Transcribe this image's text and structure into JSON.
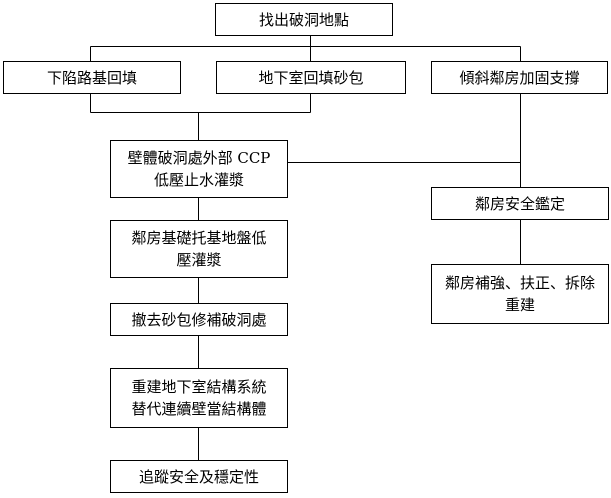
{
  "diagram": {
    "nodes": {
      "find_hole": {
        "lines": [
          "找出破洞地點"
        ]
      },
      "lower_road": {
        "lines": [
          "下陷路基回填"
        ]
      },
      "basement": {
        "lines": [
          "地下室回填砂包"
        ]
      },
      "tilted_neighbor": {
        "lines": [
          "傾斜鄰房加固支撐"
        ]
      },
      "wall_grout": {
        "lines": [
          "壁體破洞處外部 CCP",
          "低壓止水灌漿"
        ]
      },
      "neighbor_safety": {
        "lines": [
          "鄰房安全鑑定"
        ]
      },
      "neighbor_foundation": {
        "lines": [
          "鄰房基礎托基地盤低",
          "壓灌漿"
        ]
      },
      "neighbor_repair": {
        "lines": [
          "鄰房補強、扶正、拆除",
          "重建"
        ]
      },
      "remove_sandbag": {
        "lines": [
          "撤去砂包修補破洞處"
        ]
      },
      "rebuild_basement": {
        "lines": [
          "重建地下室結構系統",
          "替代連續壁當結構體"
        ]
      },
      "track_safety": {
        "lines": [
          "追蹤安全及穩定性"
        ]
      }
    },
    "colors": {
      "line": "#000000",
      "box_border": "#000000",
      "background": "#ffffff"
    }
  }
}
